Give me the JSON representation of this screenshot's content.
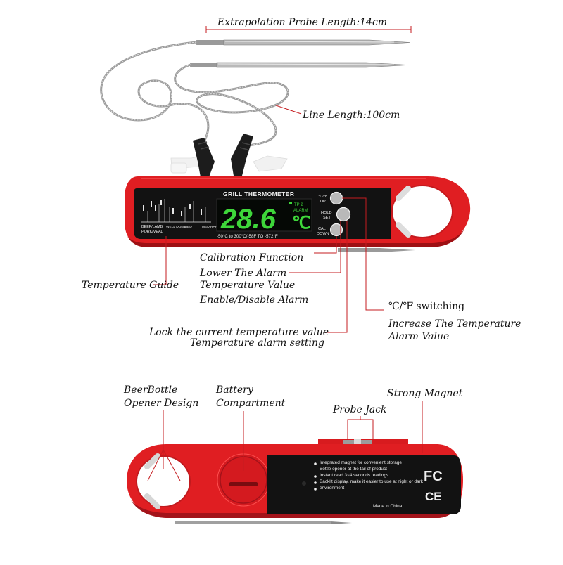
{
  "labels": {
    "probe_length": "Extrapolation Probe Length:14cm",
    "line_length": "Line Length:100cm",
    "calibration": "Calibration Function",
    "lower_alarm_1": "Lower The Alarm",
    "lower_alarm_2": "Temperature Value",
    "enable_alarm": "Enable/Disable Alarm",
    "temp_guide": "Temperature Guide",
    "unit_switch": "℃/℉ switching",
    "increase_1": "Increase The Temperature",
    "increase_2": "Alarm Value",
    "lock_1": "Lock the current temperature value",
    "lock_2": "Temperature alarm setting",
    "opener_1": "BeerBottle",
    "opener_2": "Opener Design",
    "battery_1": "Battery",
    "battery_2": "Compartment",
    "magnet": "Strong Magnet",
    "probe_jack": "Probe Jack"
  },
  "device_front": {
    "title": "GRILL THERMOMETER",
    "reading": "28.6",
    "unit": "℃",
    "tp_label": "TP 2",
    "alarm_label": "ALARM",
    "range_text": "-50°C to 300°C/-58F TO -572°F",
    "btn_up_top": "℃/℉",
    "btn_up_bottom": "UP",
    "btn_hold_top": "HOLD",
    "btn_hold_bottom": "SET",
    "btn_cal_top": "CAL",
    "btn_cal_bottom": "DOWN",
    "guide_meats": [
      "BEEF/LAMB",
      "PORK/VEAL"
    ],
    "guide_levels": [
      "WELL DONE",
      "MED",
      "MED RARE"
    ]
  },
  "device_back": {
    "features": [
      "Integrated magnet for convenient storage",
      "Bottle opener at the tail of product",
      "Instant read 3~4 seconds readings",
      "Backlit display, make it easier to use at night or dark environment"
    ],
    "made_in": "Made in China",
    "cert_fc": "FC",
    "cert_ce": "CE"
  },
  "colors": {
    "body_red": "#e01e22",
    "panel_black": "#121212",
    "lcd_green": "#3ed63a",
    "annotation_red": "#c51c20"
  }
}
